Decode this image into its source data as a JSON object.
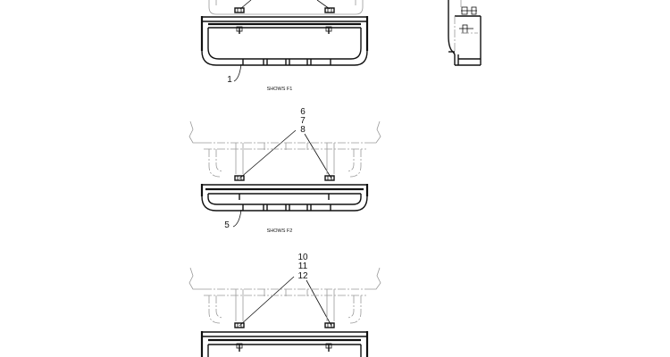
{
  "callouts": {
    "view1_item": "1",
    "view2_items": [
      "6",
      "7",
      "8"
    ],
    "view2_part": "5",
    "view3_items": [
      "10",
      "11",
      "12"
    ]
  },
  "captions": {
    "view1": "SHOWS F1",
    "view2": "SHOWS F2"
  }
}
